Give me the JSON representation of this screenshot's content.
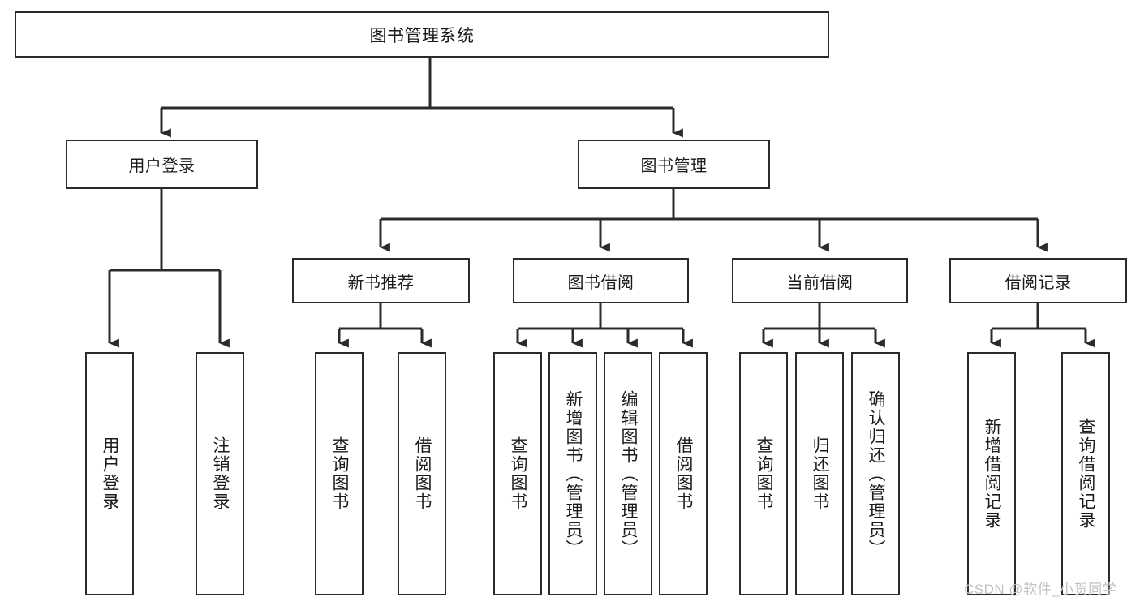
{
  "diagram": {
    "title": "图书管理系统",
    "type": "tree",
    "colors": {
      "box_border": "#2b2b2b",
      "box_fill": "#ffffff",
      "connector": "#2b2b2b",
      "text": "#1b1b1b",
      "watermark": "#c2c2c2",
      "background": "#ffffff"
    },
    "root": {
      "label": "图书管理系统"
    },
    "level1": [
      {
        "label": "用户登录"
      },
      {
        "label": "图书管理"
      }
    ],
    "level2": [
      {
        "label": "新书推荐"
      },
      {
        "label": "图书借阅"
      },
      {
        "label": "当前借阅"
      },
      {
        "label": "借阅记录"
      }
    ],
    "leaves": {
      "user_login": [
        {
          "label": "用户登录"
        },
        {
          "label": "注销登录"
        }
      ],
      "new_book_recommend": [
        {
          "label": "查询图书"
        },
        {
          "label": "借阅图书"
        }
      ],
      "book_borrow": [
        {
          "label": "查询图书"
        },
        {
          "label": "新增图书（管理员）"
        },
        {
          "label": "编辑图书（管理员）"
        },
        {
          "label": "借阅图书"
        }
      ],
      "current_borrow": [
        {
          "label": "查询图书"
        },
        {
          "label": "归还图书"
        },
        {
          "label": "确认归还（管理员）"
        }
      ],
      "borrow_record": [
        {
          "label": "新增借阅记录"
        },
        {
          "label": "查询借阅记录"
        }
      ]
    },
    "watermark": "CSDN @软件_小贺同学"
  }
}
